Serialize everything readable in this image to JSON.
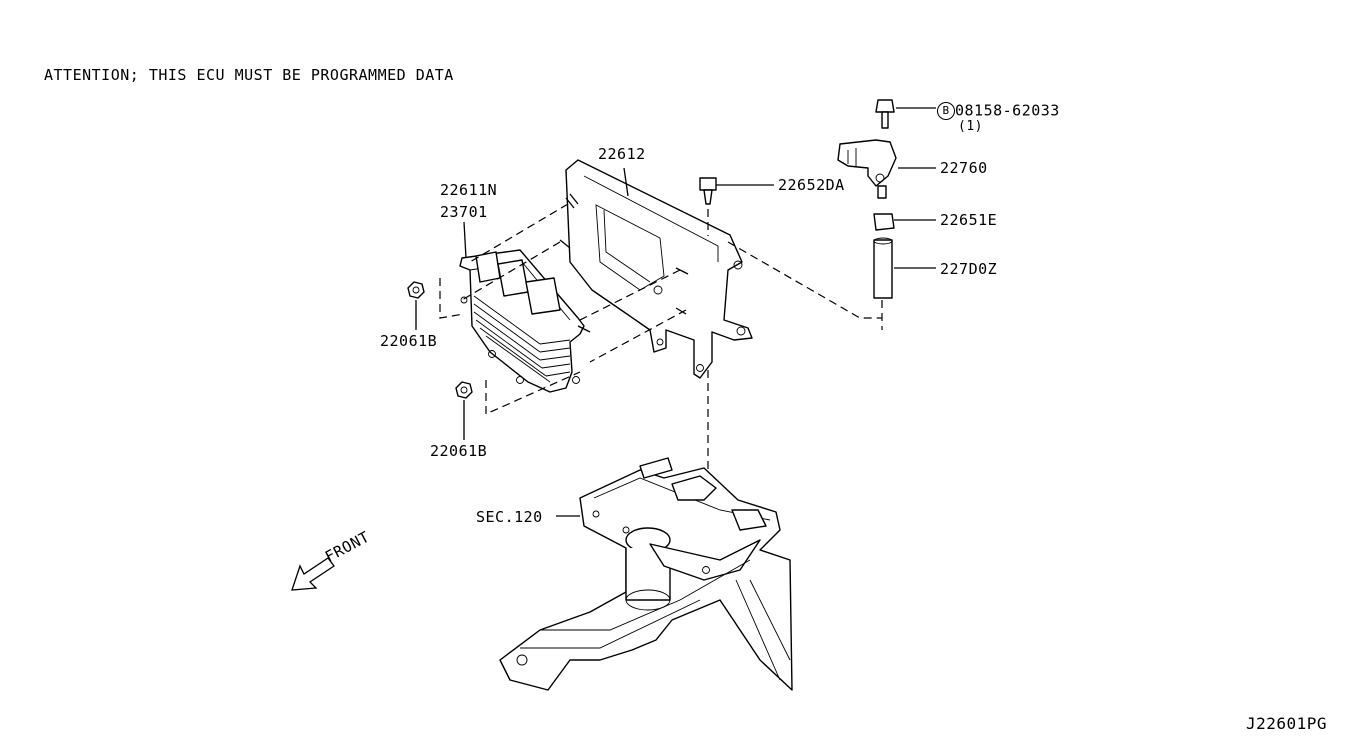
{
  "notes": {
    "attention": "ATTENTION; THIS ECU MUST BE PROGRAMMED DATA",
    "diagram_id": "J22601PG",
    "front": "FRONT"
  },
  "callouts": {
    "bolt_circle": "B",
    "bolt_part": "08158-62033",
    "bolt_qty": "(1)",
    "sensor": "22760",
    "bracket": "22612",
    "ecu_a": "22611N",
    "ecu_b": "23701",
    "screw": "22652DA",
    "clip": "22651E",
    "hose": "227D0Z",
    "nut_upper": "22061B",
    "nut_lower": "22061B",
    "section": "SEC.120"
  }
}
